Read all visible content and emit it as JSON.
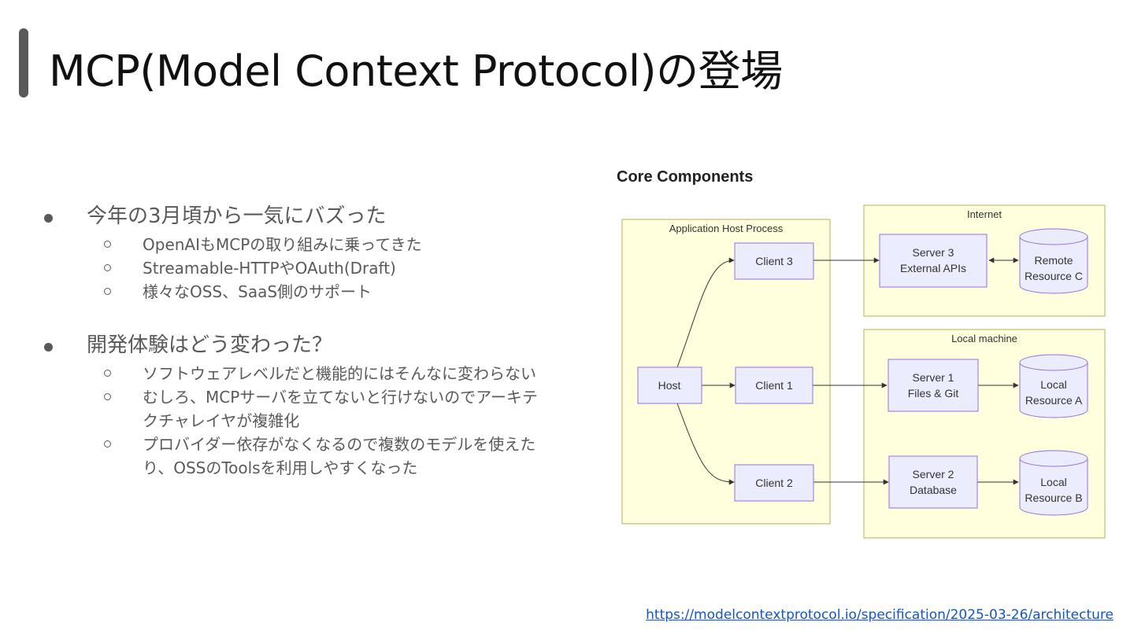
{
  "slide": {
    "title": "MCP(Model Context Protocol)の登場",
    "bullets": [
      {
        "text": "今年の3月頃から一気にバズった",
        "sub": [
          "OpenAIもMCPの取り組みに乗ってきた",
          "Streamable-HTTPやOAuth(Draft)",
          "様々なOSS、SaaS側のサポート"
        ]
      },
      {
        "text": "開発体験はどう変わった？",
        "sub": [
          "ソフトウェアレベルだと機能的にはそんなに変わらない",
          "むしろ、MCPサーバを立てないと行けないのでアーキテ",
          "クチャレイヤが複雑化",
          "プロバイダー依存がなくなるので複数のモデルを使えた",
          "り、OSSのToolsを利用しやすくなった"
        ]
      }
    ],
    "link_text": "https://modelcontextprotocol.io/specification/2025-03-26/architecture"
  },
  "diagram": {
    "heading": "Core Components",
    "groups": {
      "app_host": "Application Host Process",
      "internet": "Internet",
      "local": "Local machine"
    },
    "nodes": {
      "host": "Host",
      "client3": "Client 3",
      "client1": "Client 1",
      "client2": "Client 2",
      "server3_l1": "Server 3",
      "server3_l2": "External APIs",
      "server1_l1": "Server 1",
      "server1_l2": "Files & Git",
      "server2_l1": "Server 2",
      "server2_l2": "Database",
      "resC_l1": "Remote",
      "resC_l2": "Resource C",
      "resA_l1": "Local",
      "resA_l2": "Resource A",
      "resB_l1": "Local",
      "resB_l2": "Resource B"
    },
    "colors": {
      "group_fill": "#ffffde",
      "group_stroke": "#bdbd72",
      "node_fill": "#ececff",
      "node_stroke": "#9370db",
      "edge": "#333333"
    }
  }
}
